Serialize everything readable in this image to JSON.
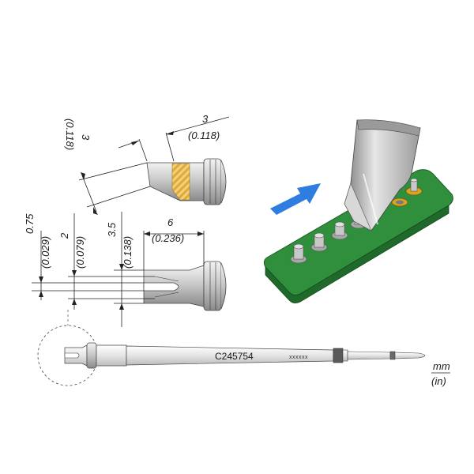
{
  "dimensions": {
    "top_width": {
      "mm": "3",
      "in": "(0.118)"
    },
    "top_height": {
      "mm": "3",
      "in": "(0.118)"
    },
    "fork_gap": {
      "mm": "0.75",
      "in": "(0.029)"
    },
    "blade_thickness": {
      "mm": "2",
      "in": "(0.079)"
    },
    "fork_width": {
      "mm": "3.5",
      "in": "(0.138)"
    },
    "fork_length": {
      "mm": "6",
      "in": "(0.236)"
    }
  },
  "tip": {
    "part_number": "C245754",
    "batch_code": "xxxxxx"
  },
  "units": {
    "primary": "mm",
    "secondary": "(in)"
  },
  "colors": {
    "pcb_green": "#2e8b3a",
    "arrow_blue": "#2f7de1",
    "pad_gold": "#d9a520",
    "tip_silver": "#b8b8b8",
    "tin_stripe": "#e8c04a"
  }
}
